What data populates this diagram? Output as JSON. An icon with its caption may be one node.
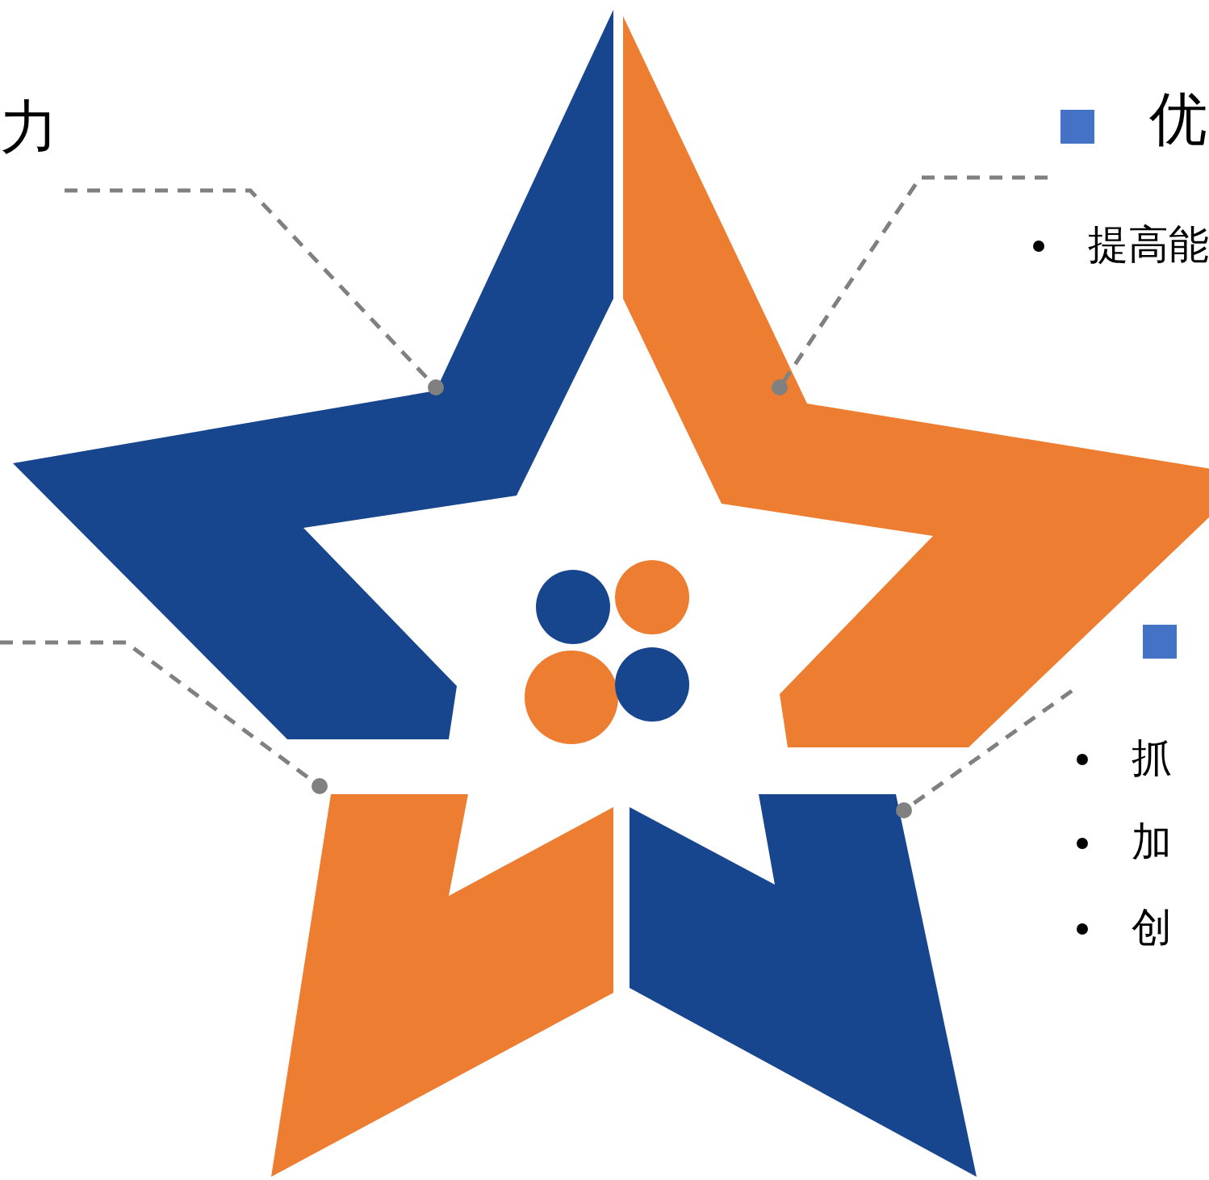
{
  "diagram": {
    "nodes": [
      {
        "text": [
          "力"
        ]
      },
      {
        "text": [
          "优",
          "提高能"
        ]
      },
      {
        "text": [
          "抓",
          "加",
          "创"
        ]
      },
      {
        "text": [],
        "shape": "chevron"
      },
      {
        "text": [],
        "shape": "chevron"
      },
      {
        "text": [],
        "shape": "chevron"
      },
      {
        "text": [],
        "shape": "chevron"
      }
    ],
    "edges": [
      {
        "from": 0,
        "to": 3,
        "arrow": "other",
        "style": "dashed"
      },
      {
        "from": 1,
        "to": 4,
        "arrow": "other",
        "style": "dashed"
      },
      {
        "from": 2,
        "to": 5,
        "arrow": "other",
        "style": "dashed"
      },
      {
        "from": null,
        "to": 6,
        "arrow": "other",
        "style": "dashed"
      }
    ]
  }
}
